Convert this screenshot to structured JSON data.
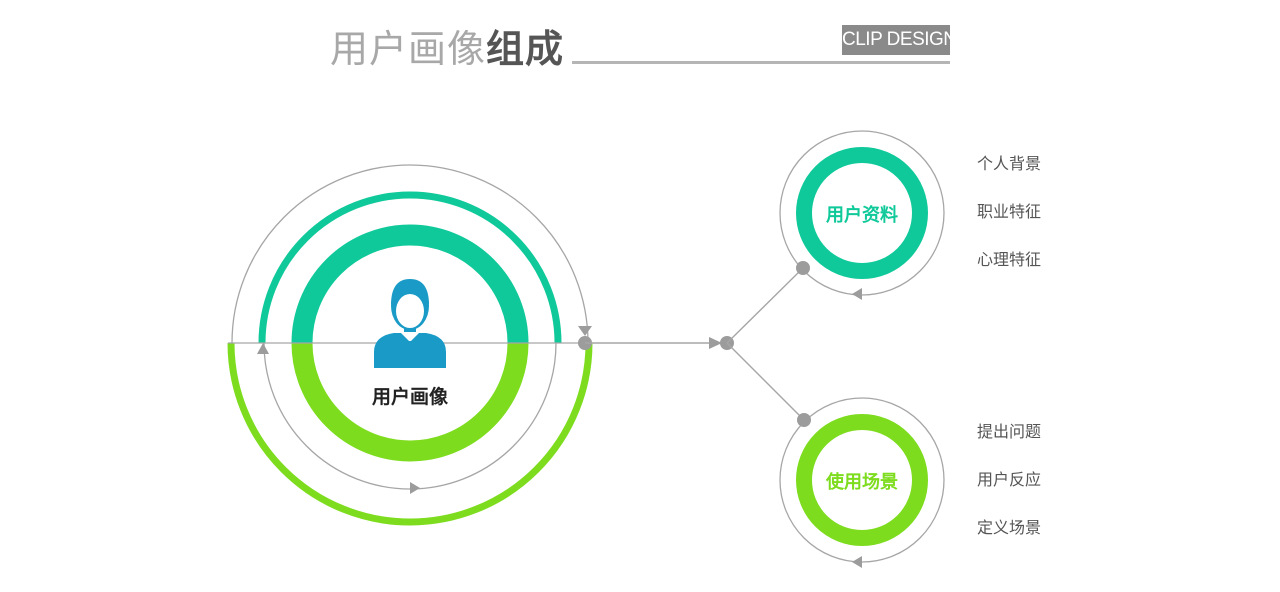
{
  "header": {
    "title_light": "用户画像",
    "title_bold": "组成",
    "brand": "CLIP DESIGN"
  },
  "diagram": {
    "center_label": "用户画像",
    "center_icon": "user-businessman-icon",
    "nodes": [
      {
        "label": "用户资料",
        "items": [
          "个人背景",
          "职业特征",
          "心理特征"
        ]
      },
      {
        "label": "使用场景",
        "items": [
          "提出问题",
          "用户反应",
          "定义场景"
        ]
      }
    ]
  },
  "colors": {
    "teal": "#10c99a",
    "green": "#7ddc1e",
    "line_gray": "#a6a6a6",
    "dot_gray": "#9c9c9c",
    "icon_blue": "#1a9bc7",
    "text_gray": "#555555"
  }
}
